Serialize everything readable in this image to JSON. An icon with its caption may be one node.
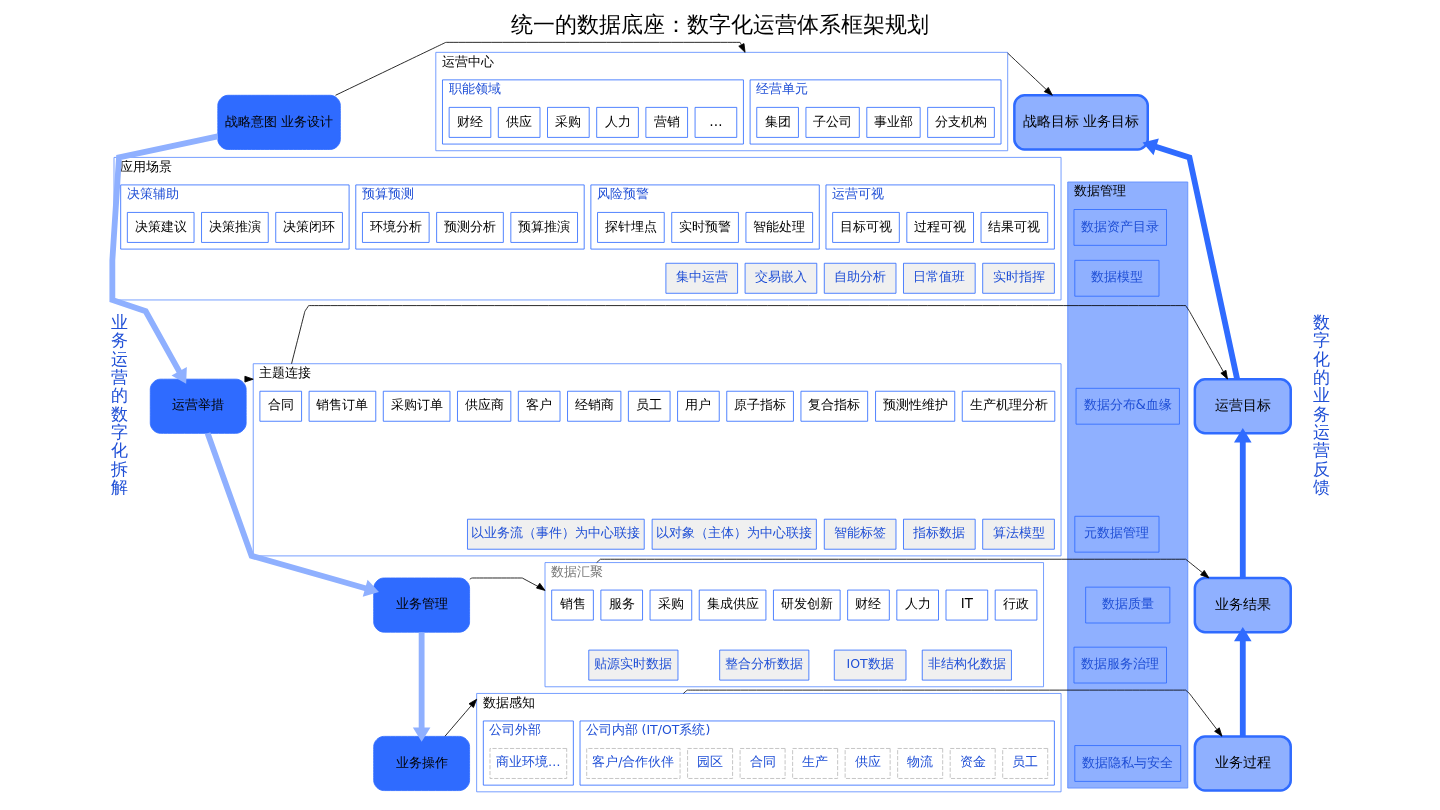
{
  "diagram": {
    "title": "统一的数据底座：数字化运营体系框架规划",
    "nodes": [
      {
        "text": [
          "战略意图 业务设计"
        ]
      },
      {
        "text": [
          "运营举措"
        ]
      },
      {
        "text": [
          "业务管理"
        ]
      },
      {
        "text": [
          "业务操作"
        ]
      },
      {
        "text": [
          "运营中心"
        ]
      },
      {
        "text": [
          "经营单元"
        ],
        "in": 4
      },
      {
        "text": [
          "集团"
        ],
        "in": 5
      },
      {
        "text": [
          "子公司"
        ],
        "in": 5
      },
      {
        "text": [
          "事业部"
        ],
        "in": 5
      },
      {
        "text": [
          "分支机构"
        ],
        "in": 5
      },
      {
        "text": [
          "职能领域"
        ],
        "in": 4
      },
      {
        "text": [
          "财经"
        ],
        "in": 10
      },
      {
        "text": [
          "供应"
        ],
        "in": 10
      },
      {
        "text": [
          "采购"
        ],
        "in": 10
      },
      {
        "text": [
          "人力"
        ],
        "in": 10
      },
      {
        "text": [
          "营销"
        ],
        "in": 10
      },
      {
        "text": [
          "…"
        ],
        "in": 10
      },
      {
        "text": [
          "应用场景"
        ]
      },
      {
        "text": [
          "运营可视"
        ],
        "in": 17
      },
      {
        "text": [
          "目标可视"
        ],
        "in": 18
      },
      {
        "text": [
          "过程可视"
        ],
        "in": 18
      },
      {
        "text": [
          "结果可视"
        ],
        "in": 18
      },
      {
        "text": [
          "风险预警"
        ],
        "in": 17
      },
      {
        "text": [
          "探针埋点"
        ],
        "in": 22
      },
      {
        "text": [
          "实时预警"
        ],
        "in": 22
      },
      {
        "text": [
          "智能处理"
        ],
        "in": 22
      },
      {
        "text": [
          "预算预测"
        ],
        "in": 17
      },
      {
        "text": [
          "环境分析"
        ],
        "in": 26
      },
      {
        "text": [
          "预测分析"
        ],
        "in": 26
      },
      {
        "text": [
          "预算推演"
        ],
        "in": 26
      },
      {
        "text": [
          "决策辅助"
        ],
        "in": 17
      },
      {
        "text": [
          "决策建议"
        ],
        "in": 30
      },
      {
        "text": [
          "决策推演"
        ],
        "in": 30
      },
      {
        "text": [
          "决策闭环"
        ],
        "in": 30
      },
      {
        "text": [
          "集中运营"
        ],
        "in": 17
      },
      {
        "text": [
          "交易嵌入"
        ],
        "in": 17
      },
      {
        "text": [
          "自助分析"
        ],
        "in": 17
      },
      {
        "text": [
          "日常值班"
        ],
        "in": 17
      },
      {
        "text": [
          "实时指挥"
        ],
        "in": 17
      },
      {
        "text": [
          "主题连接"
        ]
      },
      {
        "text": [
          "合同"
        ],
        "in": 39
      },
      {
        "text": [
          "销售订单"
        ],
        "in": 39
      },
      {
        "text": [
          "采购订单"
        ],
        "in": 39
      },
      {
        "text": [
          "供应商"
        ],
        "in": 39
      },
      {
        "text": [
          "客户"
        ],
        "in": 39
      },
      {
        "text": [
          "经销商"
        ],
        "in": 39
      },
      {
        "text": [
          "员工"
        ],
        "in": 39
      },
      {
        "text": [
          "用户"
        ],
        "in": 39
      },
      {
        "text": [
          "原子指标"
        ],
        "in": 39
      },
      {
        "text": [
          "复合指标"
        ],
        "in": 39
      },
      {
        "text": [
          "预测性维护"
        ],
        "in": 39
      },
      {
        "text": [
          "生产机理分析"
        ],
        "in": 39
      },
      {
        "text": [
          "以业务流（事件）为中心联接"
        ],
        "in": 39
      },
      {
        "text": [
          "以对象（主体）为中心联接"
        ],
        "in": 39
      },
      {
        "text": [
          "智能标签"
        ],
        "in": 39
      },
      {
        "text": [
          "指标数据"
        ],
        "in": 39
      },
      {
        "text": [
          "算法模型"
        ],
        "in": 39
      },
      {
        "text": [
          "数据汇聚"
        ]
      },
      {
        "text": [
          "销售"
        ],
        "in": 57
      },
      {
        "text": [
          "服务"
        ],
        "in": 57
      },
      {
        "text": [
          "采购"
        ],
        "in": 57
      },
      {
        "text": [
          "集成供应"
        ],
        "in": 57
      },
      {
        "text": [
          "研发创新"
        ],
        "in": 57
      },
      {
        "text": [
          "财经"
        ],
        "in": 57
      },
      {
        "text": [
          "人力"
        ],
        "in": 57
      },
      {
        "text": [
          "IT"
        ],
        "in": 57
      },
      {
        "text": [
          "行政"
        ],
        "in": 57
      },
      {
        "text": [
          "贴源实时数据"
        ],
        "in": 57
      },
      {
        "text": [
          "整合分析数据"
        ],
        "in": 57
      },
      {
        "text": [
          "IOT数据"
        ],
        "in": 57
      },
      {
        "text": [
          "非结构化数据"
        ],
        "in": 57
      },
      {
        "text": [
          "数据感知"
        ]
      },
      {
        "text": [
          "公司内部 (IT/OT系统)"
        ],
        "in": 71
      },
      {
        "text": [
          "客户/合作伙伴"
        ],
        "in": 72
      },
      {
        "text": [
          "园区"
        ],
        "in": 72
      },
      {
        "text": [
          "合同"
        ],
        "in": 72
      },
      {
        "text": [
          "生产"
        ],
        "in": 72
      },
      {
        "text": [
          "供应"
        ],
        "in": 72
      },
      {
        "text": [
          "物流"
        ],
        "in": 72
      },
      {
        "text": [
          "资金"
        ],
        "in": 72
      },
      {
        "text": [
          "员工"
        ],
        "in": 72
      },
      {
        "text": [
          "公司外部"
        ],
        "in": 71
      },
      {
        "text": [
          "商业环境…"
        ],
        "in": 81
      },
      {
        "text": [
          "数据管理"
        ]
      },
      {
        "text": [
          "数据资产目录"
        ],
        "in": 83
      },
      {
        "text": [
          "数据模型"
        ],
        "in": 83
      },
      {
        "text": [
          "数据分布&血缘"
        ],
        "in": 83
      },
      {
        "text": [
          "元数据管理"
        ],
        "in": 83
      },
      {
        "text": [
          "数据质量"
        ],
        "in": 83
      },
      {
        "text": [
          "数据服务治理"
        ],
        "in": 83
      },
      {
        "text": [
          "数据隐私与安全"
        ],
        "in": 83
      },
      {
        "text": [
          "战略目标 业务目标"
        ]
      },
      {
        "text": [
          "运营目标"
        ]
      },
      {
        "text": [
          "业务结果"
        ]
      },
      {
        "text": [
          "业务过程"
        ]
      }
    ],
    "edges": [
      {
        "from": 0,
        "to": 4,
        "arrow": "to"
      },
      {
        "from": 1,
        "to": 39,
        "arrow": "to"
      },
      {
        "from": 2,
        "to": 57,
        "arrow": "to"
      },
      {
        "from": 3,
        "to": 71,
        "arrow": "to"
      },
      {
        "from": 0,
        "to": 1,
        "arrow": "to",
        "style": "thick",
        "color": "#8fb0ff"
      },
      {
        "from": 1,
        "to": 2,
        "arrow": "to",
        "style": "thick",
        "color": "#8fb0ff"
      },
      {
        "from": 2,
        "to": 3,
        "arrow": "to",
        "style": "thick",
        "color": "#8fb0ff"
      },
      {
        "from": 4,
        "to": 91,
        "arrow": "to"
      },
      {
        "from": 39,
        "to": 92,
        "arrow": "to"
      },
      {
        "from": 57,
        "to": 93,
        "arrow": "to"
      },
      {
        "from": 71,
        "to": 94,
        "arrow": "to"
      },
      {
        "from": 94,
        "to": 93,
        "arrow": "to",
        "style": "thick",
        "color": "#2f6bff"
      },
      {
        "from": 93,
        "to": 92,
        "arrow": "to",
        "style": "thick",
        "color": "#2f6bff"
      },
      {
        "from": 92,
        "to": 91,
        "arrow": "to",
        "style": "thick",
        "color": "#2f6bff"
      }
    ],
    "labels": [
      "业务运营的数字化拆解",
      "数字化的业务运营反馈"
    ]
  }
}
